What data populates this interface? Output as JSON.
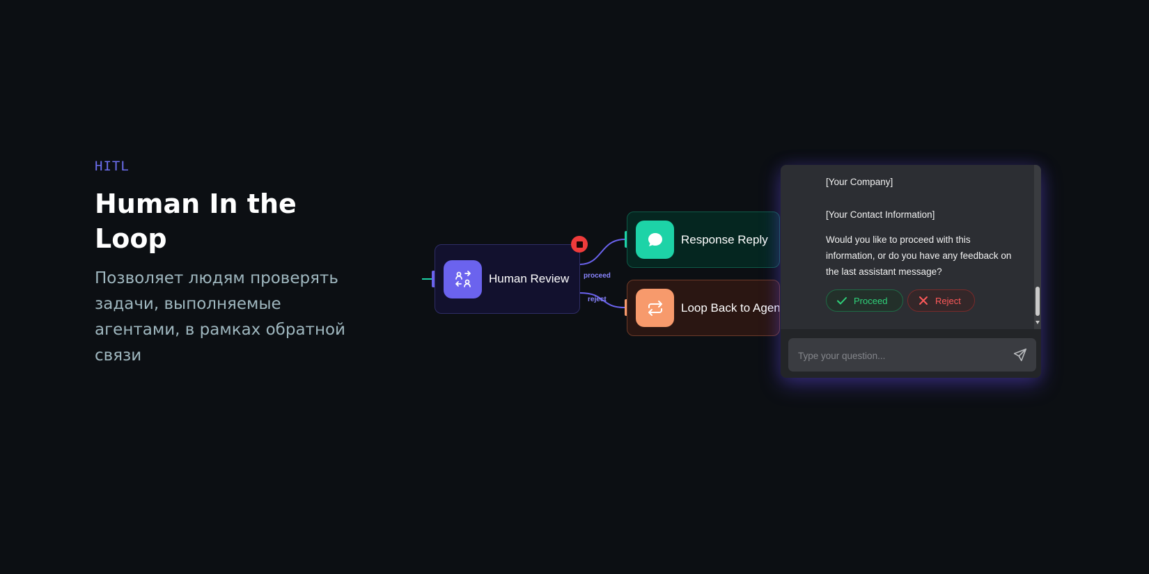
{
  "hero": {
    "tag": "HITL",
    "title": "Human In the Loop",
    "description": "Позволяет людям проверять задачи, выполняемые агентами, в рамках обратной связи"
  },
  "flow": {
    "nodes": [
      {
        "id": "human",
        "label": "Human Review",
        "icon": "users-swap-icon",
        "color": "#6b63ee"
      },
      {
        "id": "reply",
        "label": "Response Reply",
        "icon": "chat-bubble-icon",
        "color": "#1dd3a7"
      },
      {
        "id": "loop",
        "label": "Loop Back to Agent",
        "icon": "repeat-icon",
        "color": "#f79a6c"
      }
    ],
    "edges": {
      "proceed_label": "proceed",
      "reject_label": "reject"
    }
  },
  "chat": {
    "lines": [
      "[Your Company]",
      "[Your Contact Information]"
    ],
    "question": "Would you like to proceed with this information, or do you have any feedback on the last assistant message?",
    "proceed_label": "Proceed",
    "reject_label": "Reject",
    "input_placeholder": "Type your question..."
  }
}
